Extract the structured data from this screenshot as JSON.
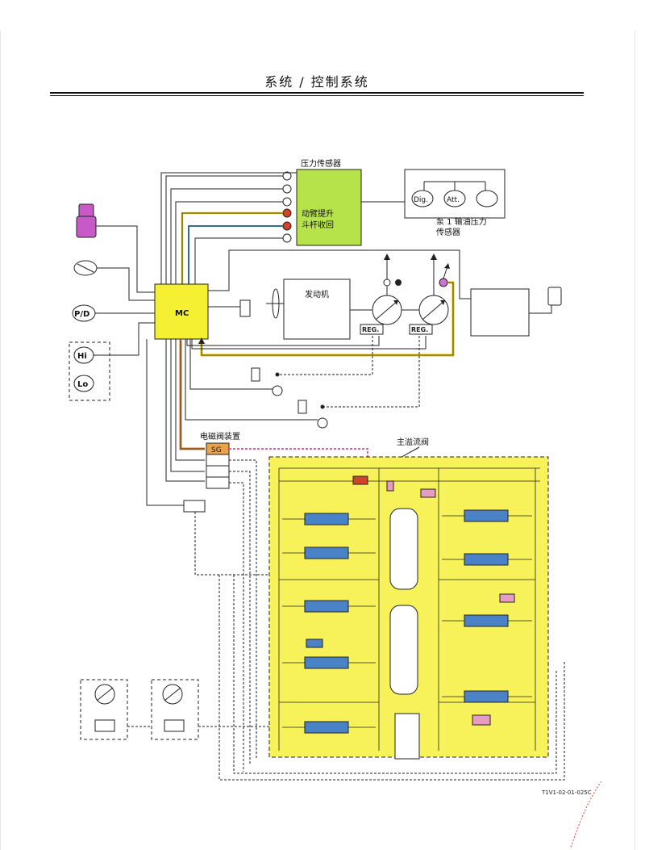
{
  "header": {
    "title": "系统 / 控制系统"
  },
  "diagram": {
    "pressure_sensor_label": "压力传感器",
    "boom_raise_label": "动臂提升",
    "arm_roll_in_label": "斗杆收回",
    "pump1_sensor_label_1": "泵 1 输油压力",
    "pump1_sensor_label_2": "传感器",
    "mc_label": "MC",
    "engine_label": "发动机",
    "reg1_label": "REG.",
    "reg2_label": "REG.",
    "dig_label": "Dig.",
    "att_label": "Att.",
    "pd_label": "P/D",
    "hi_label": "Hi",
    "lo_label": "Lo",
    "solenoid_label": "电磁阀装置",
    "sg_label": "SG",
    "main_relief_label": "主溢流阀",
    "figure_code": "T1V1-02-01-025C"
  },
  "colors": {
    "sensor_box": "#b7e34a",
    "mc_box": "#f5f032",
    "valve_area": "#f7f25a",
    "valve_blue": "#4a82c8",
    "highlight_yellow": "#e8c800",
    "highlight_orange": "#d9822b",
    "highlight_pink": "#e0609a",
    "sensor_red": "#d0452a",
    "sensor_magenta": "#d270d8",
    "purple_switch": "#c85ac8"
  }
}
